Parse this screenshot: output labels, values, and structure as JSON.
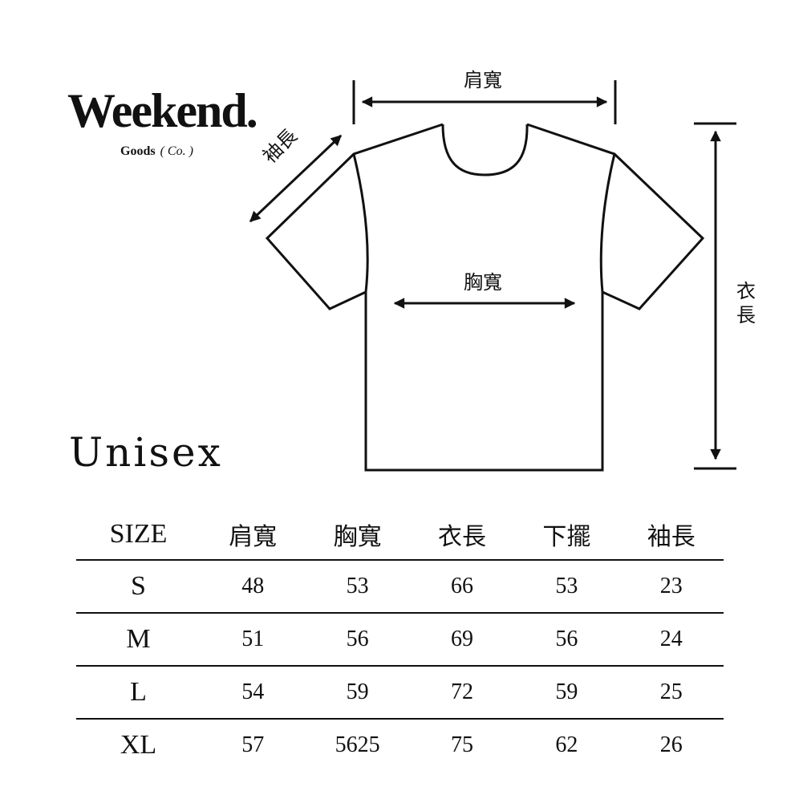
{
  "brand": {
    "name": "Weekend.",
    "subtitle": "Goods",
    "subtitle_script": "( Co. )"
  },
  "fit_label": "Unisex",
  "diagram": {
    "labels": {
      "shoulder_width": "肩寬",
      "chest_width": "胸寬",
      "body_length": "衣長",
      "sleeve_length": "袖長"
    }
  },
  "size_table": {
    "headers": [
      "SIZE",
      "肩寬",
      "胸寬",
      "衣長",
      "下擺",
      "袖長"
    ],
    "rows": [
      [
        "S",
        "48",
        "53",
        "66",
        "53",
        "23"
      ],
      [
        "M",
        "51",
        "56",
        "69",
        "56",
        "24"
      ],
      [
        "L",
        "54",
        "59",
        "72",
        "59",
        "25"
      ],
      [
        "XL",
        "57",
        "5625",
        "75",
        "62",
        "26"
      ]
    ]
  },
  "chart_data": {
    "type": "table",
    "title": "Unisex",
    "columns": [
      "SIZE",
      "肩寬",
      "胸寬",
      "衣長",
      "下擺",
      "袖長"
    ],
    "rows": [
      {
        "SIZE": "S",
        "肩寬": 48,
        "胸寬": 53,
        "衣長": 66,
        "下擺": 53,
        "袖長": 23
      },
      {
        "SIZE": "M",
        "肩寬": 51,
        "胸寬": 56,
        "衣長": 69,
        "下擺": 56,
        "袖長": 24
      },
      {
        "SIZE": "L",
        "肩寬": 54,
        "胸寬": 59,
        "衣長": 72,
        "下擺": 59,
        "袖長": 25
      },
      {
        "SIZE": "XL",
        "肩寬": 57,
        "胸寬": "5625",
        "衣長": 75,
        "下擺": 62,
        "袖長": 26
      }
    ]
  }
}
